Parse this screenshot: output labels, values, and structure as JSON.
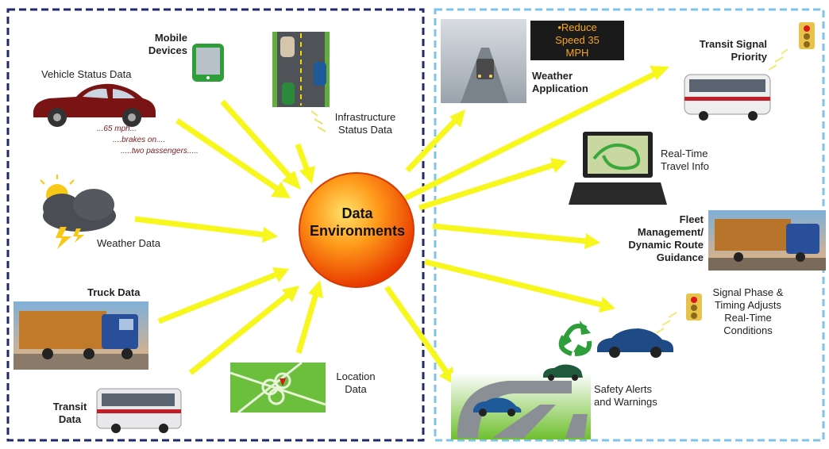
{
  "center": {
    "line1": "Data",
    "line2": "Environments"
  },
  "inputs": {
    "mobile": {
      "line1": "Mobile",
      "line2": "Devices"
    },
    "vehicle_status": {
      "label": "Vehicle Status Data",
      "notes": [
        "...65 mph...",
        "....brakes on....",
        ".....two passengers....."
      ]
    },
    "infrastructure": {
      "line1": "Infrastructure",
      "line2": "Status Data"
    },
    "weather": {
      "label": "Weather Data"
    },
    "truck": {
      "label": "Truck Data"
    },
    "transit": {
      "line1": "Transit",
      "line2": "Data"
    },
    "location": {
      "line1": "Location",
      "line2": "Data"
    }
  },
  "outputs": {
    "vms_sign": {
      "line1": "•Reduce",
      "line2": "Speed 35",
      "line3": "MPH"
    },
    "weather_app": {
      "line1": "Weather",
      "line2": "Application"
    },
    "transit_signal": {
      "line1": "Transit Signal",
      "line2": "Priority"
    },
    "travel_info": {
      "line1": "Real-Time",
      "line2": "Travel Info"
    },
    "fleet": {
      "line1": "Fleet",
      "line2": "Management/",
      "line3": "Dynamic Route",
      "line4": "Guidance"
    },
    "signal_phase": {
      "line1": "Signal Phase &",
      "line2": "Timing Adjusts",
      "line3": "Real-Time",
      "line4": "Conditions"
    },
    "safety": {
      "line1": "Safety Alerts",
      "line2": "and Warnings"
    }
  },
  "colors": {
    "arrow": "#f7f71e",
    "left_border": "#1f2a6b",
    "right_border": "#7fc3e8",
    "sphere": "#f04a00",
    "car_red": "#7a1414"
  }
}
